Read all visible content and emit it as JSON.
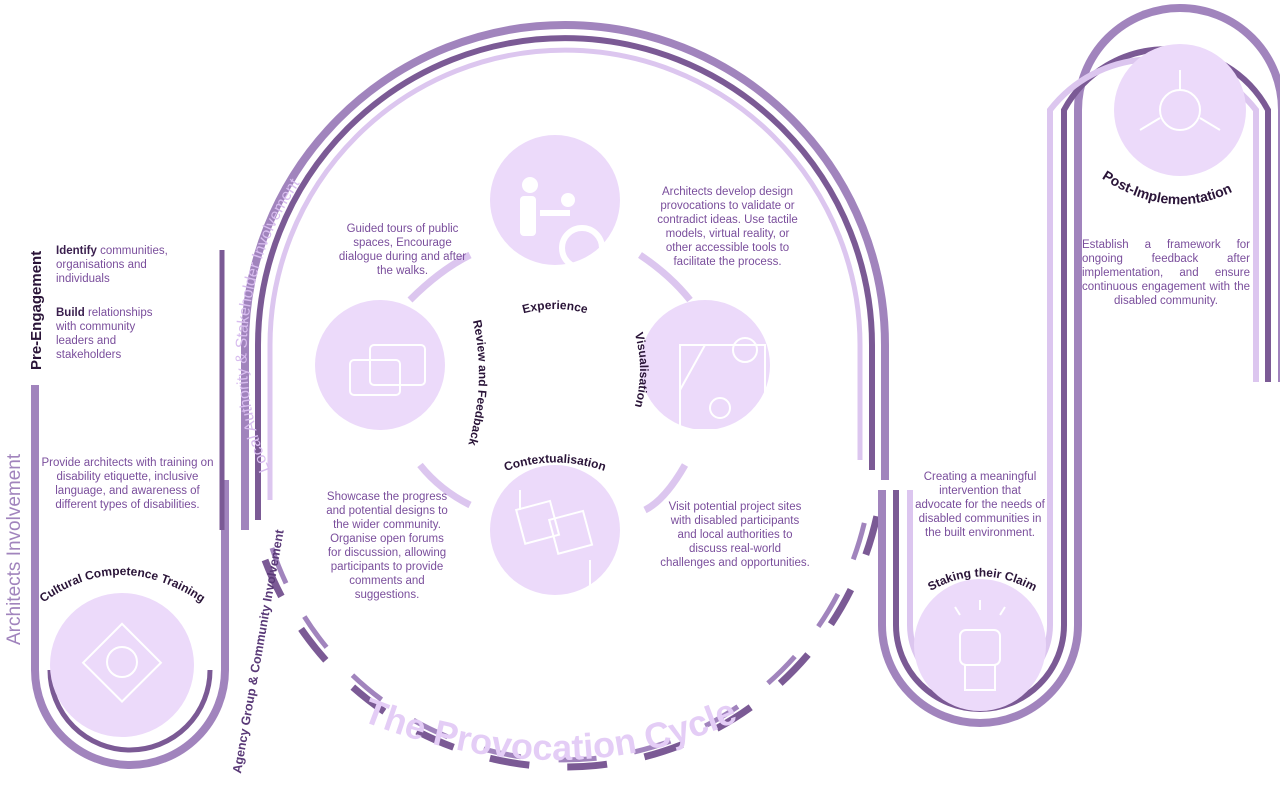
{
  "title": "The Provocation Cycle",
  "tracks": {
    "architects": "Architects Involvement",
    "local_authority": "Local Authority & Stakeholder Involvement",
    "agency": "Agency Group & Community Involvement"
  },
  "pre_engagement": {
    "heading": "Pre-Engagement",
    "items": [
      {
        "bold": "Identify",
        "text": " communities, organisations and individuals"
      },
      {
        "bold": "Build",
        "text": " relationships with community leaders and stakeholders"
      }
    ]
  },
  "cultural": {
    "heading": "Cultural Competence Training",
    "text": "Provide architects with training on disability etiquette, inclusive language, and awareness of different types of disabilities."
  },
  "cycle": {
    "experience": {
      "heading": "Experience",
      "text": "Guided tours of public spaces, Encourage dialogue during and after the walks."
    },
    "visualisation": {
      "heading": "Visualisation",
      "text": "Architects develop design provocations to validate or contradict ideas. Use tactile models, virtual reality, or other accessible tools to facilitate the process."
    },
    "contextualisation": {
      "heading": "Contextualisation",
      "text": "Visit potential project sites with disabled participants and local authorities to discuss real-world challenges and opportunities."
    },
    "review": {
      "heading": "Review and Feedback",
      "text": "Showcase the progress and potential designs to the wider community. Organise open forums for discussion, allowing participants to provide comments and suggestions."
    }
  },
  "staking": {
    "heading": "Staking their Claim",
    "text": "Creating a meaningful intervention that advocate for the needs of disabled communities in the built environment."
  },
  "post": {
    "heading": "Post-Implementation",
    "text": "Establish a framework for ongoing feedback after implementation, and ensure continuous engagement with the disabled community."
  },
  "colors": {
    "dark": "#7b5a95",
    "mid": "#a184bd",
    "light": "#dcc6ef",
    "circle": "#ecdafa",
    "text": "#7a4e9c"
  }
}
